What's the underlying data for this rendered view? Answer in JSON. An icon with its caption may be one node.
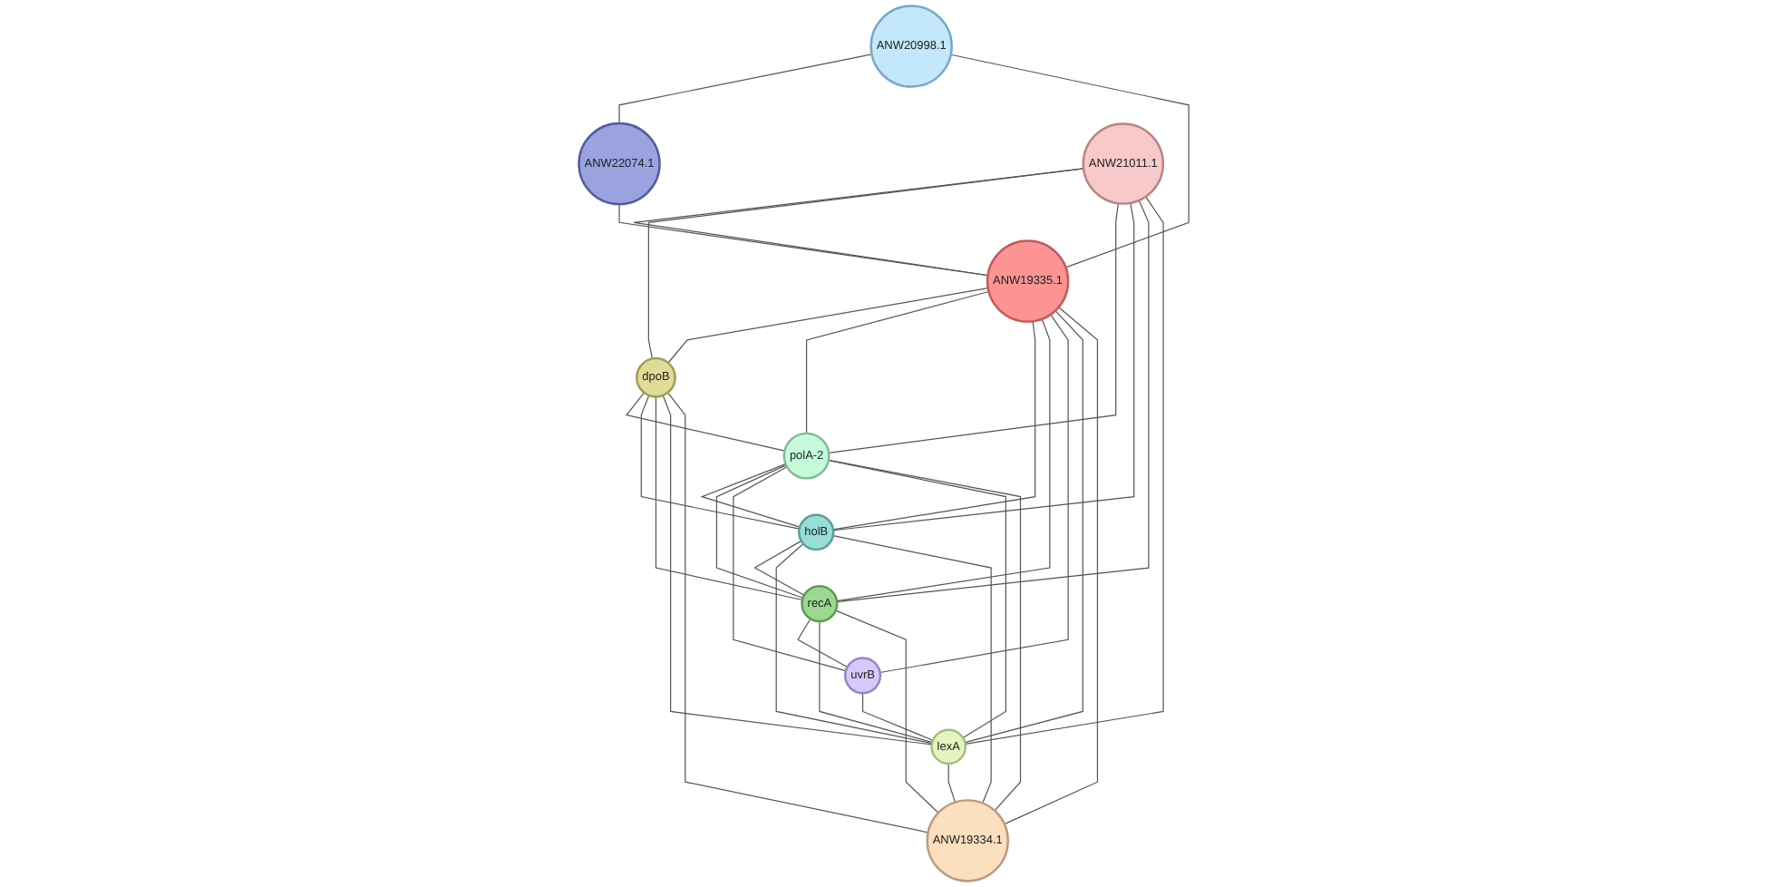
{
  "diagram": {
    "nodes": [
      {
        "text": [
          "ANW20998.1"
        ]
      },
      {
        "text": [
          "ANW22074.1"
        ]
      },
      {
        "text": [
          "ANW21011.1"
        ]
      },
      {
        "text": [
          "ANW19335.1"
        ]
      },
      {
        "text": [
          "dpoB"
        ]
      },
      {
        "text": [
          "polA-2"
        ]
      },
      {
        "text": [
          "holB"
        ]
      },
      {
        "text": [
          "recA"
        ]
      },
      {
        "text": [
          "uvrB"
        ]
      },
      {
        "text": [
          "lexA"
        ]
      },
      {
        "text": [
          "ANW19334.1"
        ]
      }
    ],
    "edges": [
      {
        "from": 0,
        "to": 1,
        "arrow": "none"
      },
      {
        "from": 0,
        "to": 3,
        "arrow": "none"
      },
      {
        "from": 1,
        "to": 3,
        "arrow": "none"
      },
      {
        "from": 2,
        "to": 3,
        "arrow": "none"
      },
      {
        "from": 2,
        "to": 4,
        "arrow": "none"
      },
      {
        "from": 2,
        "to": 5,
        "arrow": "none"
      },
      {
        "from": 2,
        "to": 6,
        "arrow": "none"
      },
      {
        "from": 2,
        "to": 7,
        "arrow": "none"
      },
      {
        "from": 2,
        "to": 9,
        "arrow": "none"
      },
      {
        "from": 3,
        "to": 4,
        "arrow": "none"
      },
      {
        "from": 3,
        "to": 5,
        "arrow": "none"
      },
      {
        "from": 3,
        "to": 6,
        "arrow": "none"
      },
      {
        "from": 3,
        "to": 7,
        "arrow": "none"
      },
      {
        "from": 3,
        "to": 8,
        "arrow": "none"
      },
      {
        "from": 3,
        "to": 9,
        "arrow": "none"
      },
      {
        "from": 3,
        "to": 10,
        "arrow": "none"
      },
      {
        "from": 4,
        "to": 5,
        "arrow": "none"
      },
      {
        "from": 4,
        "to": 6,
        "arrow": "none"
      },
      {
        "from": 4,
        "to": 7,
        "arrow": "none"
      },
      {
        "from": 4,
        "to": 9,
        "arrow": "none"
      },
      {
        "from": 4,
        "to": 10,
        "arrow": "none"
      },
      {
        "from": 5,
        "to": 6,
        "arrow": "none"
      },
      {
        "from": 5,
        "to": 7,
        "arrow": "none"
      },
      {
        "from": 5,
        "to": 8,
        "arrow": "none"
      },
      {
        "from": 5,
        "to": 9,
        "arrow": "none"
      },
      {
        "from": 5,
        "to": 10,
        "arrow": "none"
      },
      {
        "from": 6,
        "to": 7,
        "arrow": "none"
      },
      {
        "from": 6,
        "to": 9,
        "arrow": "none"
      },
      {
        "from": 6,
        "to": 10,
        "arrow": "none"
      },
      {
        "from": 7,
        "to": 8,
        "arrow": "none"
      },
      {
        "from": 7,
        "to": 9,
        "arrow": "none"
      },
      {
        "from": 7,
        "to": 10,
        "arrow": "none"
      },
      {
        "from": 8,
        "to": 9,
        "arrow": "none"
      },
      {
        "from": 9,
        "to": 10,
        "arrow": "none"
      }
    ]
  }
}
